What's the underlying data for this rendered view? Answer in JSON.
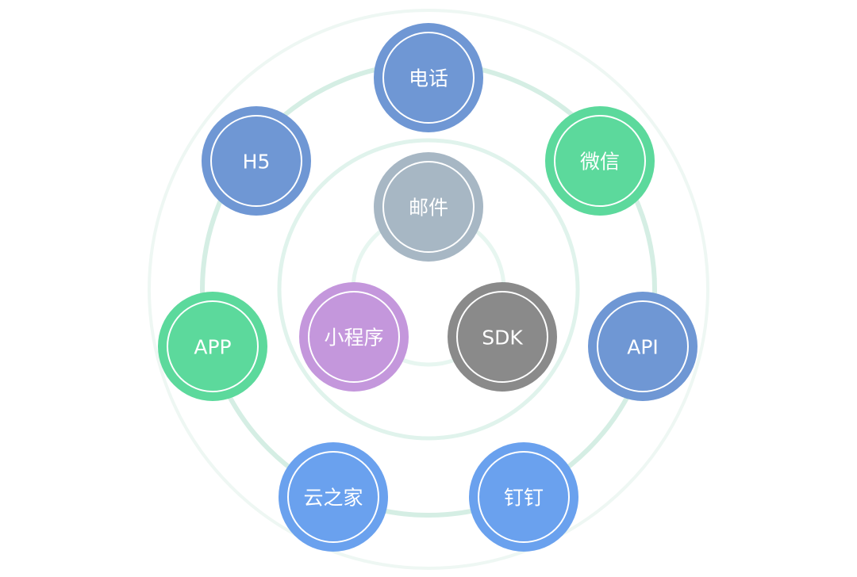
{
  "colors": {
    "ring_outer": "#eef7f3",
    "ring_main": "#d5eee4",
    "ring_inner": "#e0f3ec",
    "ring_core": "#e7f6f0",
    "blue": "#6f97d4",
    "blue_light": "#6aa1ee",
    "green": "#5cd99c",
    "gray_blue": "#a7b7c4",
    "purple": "#c497dc",
    "gray": "#8a8a8a",
    "inner_stroke": "#ffffff"
  },
  "nodes": [
    {
      "id": "phone",
      "label": "电话",
      "color": "blue"
    },
    {
      "id": "wechat",
      "label": "微信",
      "color": "green"
    },
    {
      "id": "api",
      "label": "API",
      "color": "blue"
    },
    {
      "id": "dingtalk",
      "label": "钉钉",
      "color": "blue_light"
    },
    {
      "id": "yunzhijia",
      "label": "云之家",
      "color": "blue_light"
    },
    {
      "id": "app",
      "label": "APP",
      "color": "green"
    },
    {
      "id": "h5",
      "label": "H5",
      "color": "blue"
    },
    {
      "id": "email",
      "label": "邮件",
      "color": "gray_blue"
    },
    {
      "id": "miniprogram",
      "label": "小程序",
      "color": "purple"
    },
    {
      "id": "sdk",
      "label": "SDK",
      "color": "gray"
    }
  ]
}
